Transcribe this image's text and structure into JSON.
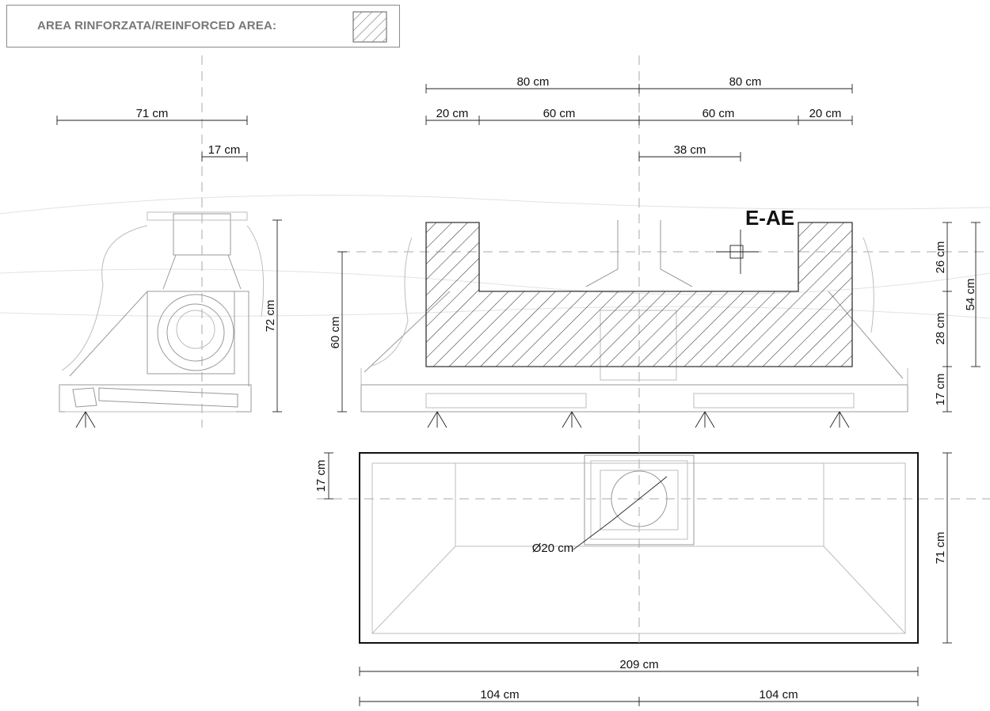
{
  "legend": {
    "label": "AREA RINFORZATA/REINFORCED AREA:"
  },
  "label": "E-AE",
  "dimensions": {
    "side_width": "71 cm",
    "side_offset": "17 cm",
    "side_height": "72 cm",
    "top_left_80": "80 cm",
    "top_right_80": "80 cm",
    "left_20": "20 cm",
    "left_60": "60 cm",
    "right_60": "60 cm",
    "right_20": "20 cm",
    "offset_38": "38 cm",
    "height_60": "60 cm",
    "h_26": "26 cm",
    "h_28": "28 cm",
    "h_17_front": "17 cm",
    "h_54": "54 cm",
    "plan_17": "17 cm",
    "plan_71": "71 cm",
    "diameter": "Ø20 cm",
    "total_209": "209 cm",
    "half_left_104": "104 cm",
    "half_right_104": "104 cm"
  }
}
